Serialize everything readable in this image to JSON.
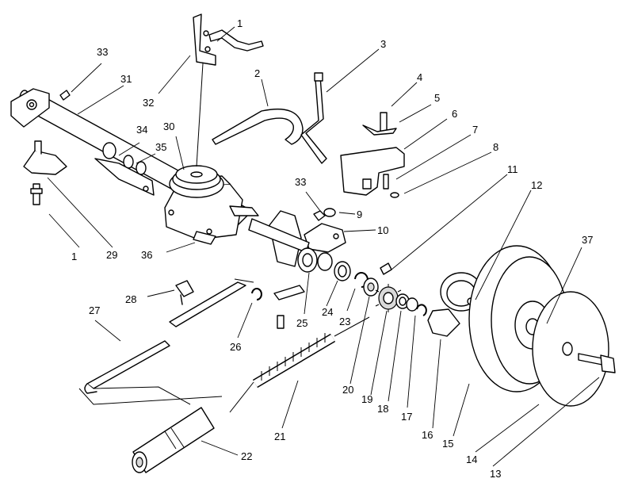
{
  "callouts": [
    {
      "id": "c1a",
      "label": "1"
    },
    {
      "id": "c1b",
      "label": "1"
    },
    {
      "id": "c2",
      "label": "2"
    },
    {
      "id": "c3",
      "label": "3"
    },
    {
      "id": "c4",
      "label": "4"
    },
    {
      "id": "c5",
      "label": "5"
    },
    {
      "id": "c6",
      "label": "6"
    },
    {
      "id": "c7",
      "label": "7"
    },
    {
      "id": "c8",
      "label": "8"
    },
    {
      "id": "c9",
      "label": "9"
    },
    {
      "id": "c10",
      "label": "10"
    },
    {
      "id": "c11",
      "label": "11"
    },
    {
      "id": "c12",
      "label": "12"
    },
    {
      "id": "c13",
      "label": "13"
    },
    {
      "id": "c14",
      "label": "14"
    },
    {
      "id": "c15",
      "label": "15"
    },
    {
      "id": "c16",
      "label": "16"
    },
    {
      "id": "c17",
      "label": "17"
    },
    {
      "id": "c18",
      "label": "18"
    },
    {
      "id": "c19",
      "label": "19"
    },
    {
      "id": "c20",
      "label": "20"
    },
    {
      "id": "c21",
      "label": "21"
    },
    {
      "id": "c22",
      "label": "22"
    },
    {
      "id": "c23",
      "label": "23"
    },
    {
      "id": "c24",
      "label": "24"
    },
    {
      "id": "c25",
      "label": "25"
    },
    {
      "id": "c26",
      "label": "26"
    },
    {
      "id": "c27",
      "label": "27"
    },
    {
      "id": "c28",
      "label": "28"
    },
    {
      "id": "c29",
      "label": "29"
    },
    {
      "id": "c30",
      "label": "30"
    },
    {
      "id": "c31",
      "label": "31"
    },
    {
      "id": "c32",
      "label": "32"
    },
    {
      "id": "c33a",
      "label": "33"
    },
    {
      "id": "c33b",
      "label": "33"
    },
    {
      "id": "c34",
      "label": "34"
    },
    {
      "id": "c35",
      "label": "35"
    },
    {
      "id": "c36",
      "label": "36"
    },
    {
      "id": "c37",
      "label": "37"
    }
  ]
}
